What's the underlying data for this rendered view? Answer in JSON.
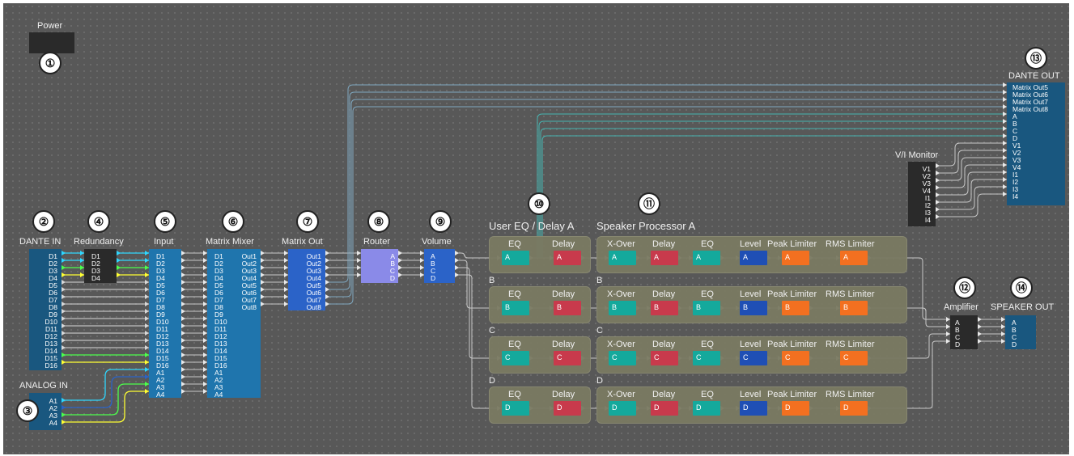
{
  "power": {
    "title": "Power"
  },
  "badges": [
    "①",
    "②",
    "③",
    "④",
    "⑤",
    "⑥",
    "⑦",
    "⑧",
    "⑨",
    "⑩",
    "⑪",
    "⑫",
    "⑬",
    "⑭"
  ],
  "dante_in": {
    "title": "DANTE IN",
    "ports": [
      "D1",
      "D2",
      "D3",
      "D4",
      "D5",
      "D6",
      "D7",
      "D8",
      "D9",
      "D10",
      "D11",
      "D12",
      "D13",
      "D14",
      "D15",
      "D16"
    ]
  },
  "analog_in": {
    "title": "ANALOG IN",
    "ports": [
      "A1",
      "A2",
      "A3",
      "A4"
    ]
  },
  "redundancy": {
    "title": "Redundancy",
    "ports": [
      "D1",
      "D2",
      "D3",
      "D4"
    ]
  },
  "input": {
    "title": "Input",
    "ports": [
      "D1",
      "D2",
      "D3",
      "D4",
      "D5",
      "D6",
      "D7",
      "D8",
      "D9",
      "D10",
      "D11",
      "D12",
      "D13",
      "D14",
      "D15",
      "D16",
      "A1",
      "A2",
      "A3",
      "A4"
    ]
  },
  "matrix_mixer": {
    "title": "Matrix Mixer",
    "in_ports": [
      "D1",
      "D2",
      "D3",
      "D4",
      "D5",
      "D6",
      "D7",
      "D8",
      "D9",
      "D10",
      "D11",
      "D12",
      "D13",
      "D14",
      "D15",
      "D16",
      "A1",
      "A2",
      "A3",
      "A4"
    ],
    "out_ports": [
      "Out1",
      "Out2",
      "Out3",
      "Out4",
      "Out5",
      "Out6",
      "Out7",
      "Out8"
    ]
  },
  "matrix_out": {
    "title": "Matrix Out",
    "ports": [
      "Out1",
      "Out2",
      "Out3",
      "Out4",
      "Out5",
      "Out6",
      "Out7",
      "Out8"
    ]
  },
  "router": {
    "title": "Router",
    "ports": [
      "A",
      "B",
      "C",
      "D"
    ]
  },
  "volume": {
    "title": "Volume",
    "ports": [
      "A",
      "B",
      "C",
      "D"
    ]
  },
  "user_eq": {
    "title": "User EQ / Delay A",
    "eq_label": "EQ",
    "delay_label": "Delay"
  },
  "speaker_processor": {
    "title": "Speaker Processor A",
    "labels": [
      "X-Over",
      "Delay",
      "EQ",
      "Level",
      "Peak Limiter",
      "RMS Limiter"
    ]
  },
  "channels": [
    "A",
    "B",
    "C",
    "D"
  ],
  "amplifier": {
    "title": "Amplifier",
    "ports": [
      "A",
      "B",
      "C",
      "D"
    ]
  },
  "speaker_out": {
    "title": "SPEAKER OUT",
    "ports": [
      "A",
      "B",
      "C",
      "D"
    ]
  },
  "dante_out": {
    "title": "DANTE OUT",
    "ports": [
      "Matrix Out5",
      "Matrix Out6",
      "Matrix Out7",
      "Matrix Out8",
      "A",
      "B",
      "C",
      "D",
      "V1",
      "V2",
      "V3",
      "V4",
      "I1",
      "I2",
      "I3",
      "I4"
    ]
  },
  "vi_monitor": {
    "title": "V/I Monitor",
    "ports": [
      "V1",
      "V2",
      "V3",
      "V4",
      "I1",
      "I2",
      "I3",
      "I4"
    ]
  },
  "colors": {
    "canvas": "#585858",
    "block_blue": "#1f75ad",
    "teal": "#14a99c",
    "red": "#c83a4c",
    "orange": "#f37020",
    "level_blue": "#1f4fb5",
    "group": "#7a7a62",
    "router": "#8a8ae8"
  }
}
